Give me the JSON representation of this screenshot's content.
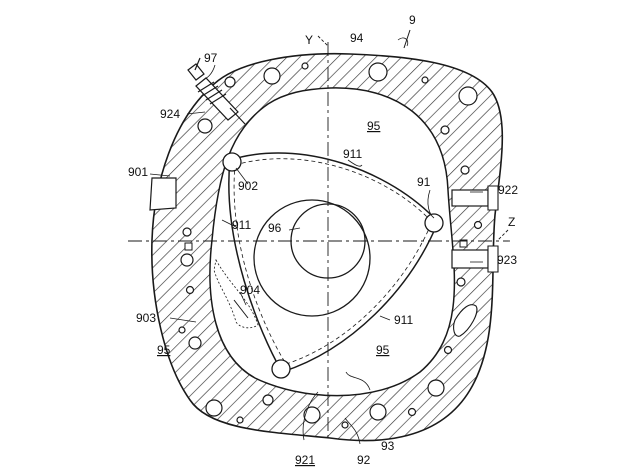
{
  "figure_number": "9",
  "labels": {
    "l_94": "94",
    "l_y": "Y",
    "l_97": "97",
    "l_924": "924",
    "l_95_top": "95",
    "l_911_top": "911",
    "l_91": "91",
    "l_901": "901",
    "l_902": "902",
    "l_922": "922",
    "l_96": "96",
    "l_911_left": "911",
    "l_z": "Z",
    "l_923": "923",
    "l_904": "904",
    "l_903": "903",
    "l_911_bottom": "911",
    "l_95_left": "95",
    "l_95_center": "95",
    "l_93": "93",
    "l_921": "921",
    "l_92": "92"
  },
  "colors": {
    "line": "#1a1a1a",
    "hatch": "#333333",
    "background": "#ffffff"
  }
}
